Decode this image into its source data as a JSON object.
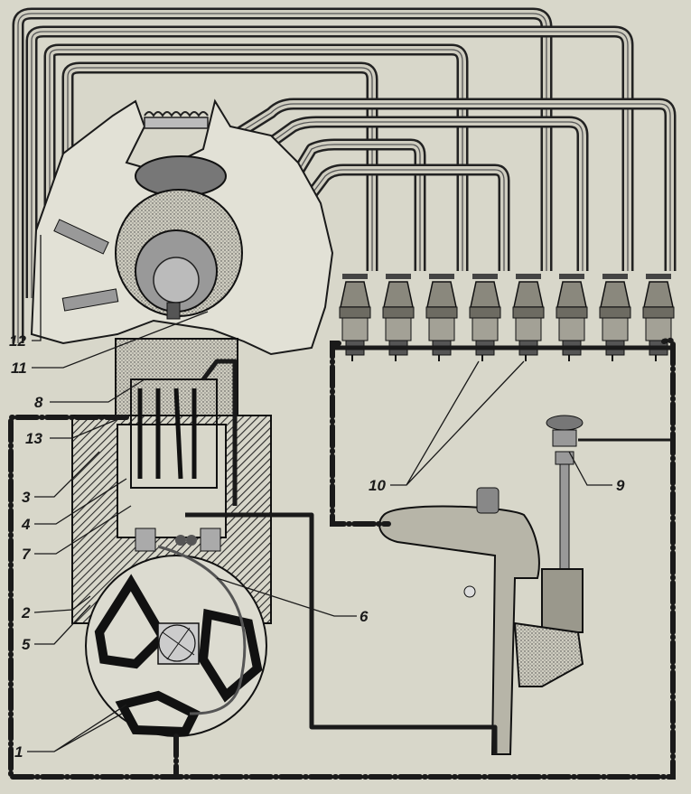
{
  "diagram": {
    "title": "",
    "subject": "magneto ignition system with distributor, high-tension leads and spark plugs",
    "callouts": [
      {
        "id": "1",
        "label": "1"
      },
      {
        "id": "2",
        "label": "2"
      },
      {
        "id": "3",
        "label": "3"
      },
      {
        "id": "4",
        "label": "4"
      },
      {
        "id": "5",
        "label": "5"
      },
      {
        "id": "6",
        "label": "6"
      },
      {
        "id": "7",
        "label": "7"
      },
      {
        "id": "8",
        "label": "8"
      },
      {
        "id": "9",
        "label": "9"
      },
      {
        "id": "10",
        "label": "10"
      },
      {
        "id": "11",
        "label": "11"
      },
      {
        "id": "12",
        "label": "12"
      },
      {
        "id": "13",
        "label": "13"
      }
    ],
    "spark_plug_count": 8,
    "colors": {
      "paper": "#d8d7ca",
      "ink": "#1a1a1a",
      "hatch": "#2a2a2a"
    }
  }
}
